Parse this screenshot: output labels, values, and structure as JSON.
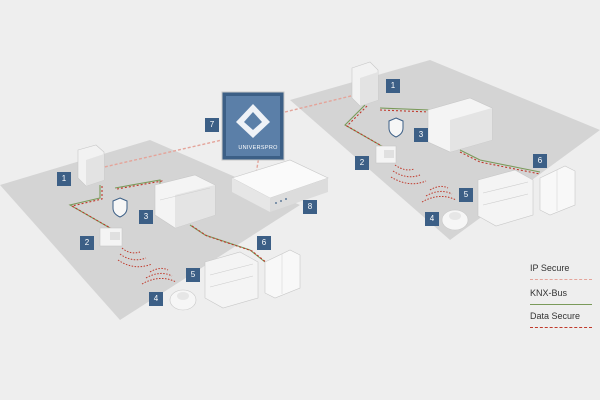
{
  "badges": [
    "1",
    "2",
    "3",
    "4",
    "5",
    "6",
    "7",
    "8"
  ],
  "logo_text": "UNIVERSPRO",
  "legend": {
    "ip_secure": "IP Secure",
    "knx_bus": "KNX-Bus",
    "data_secure": "Data Secure"
  },
  "colors": {
    "badge": "#3c5f86",
    "ip_secure": "#e4a49a",
    "knx_bus": "#7a9a5a",
    "data_secure": "#c0392b",
    "floor": "#d4d4d4",
    "background": "#eeeeee"
  }
}
